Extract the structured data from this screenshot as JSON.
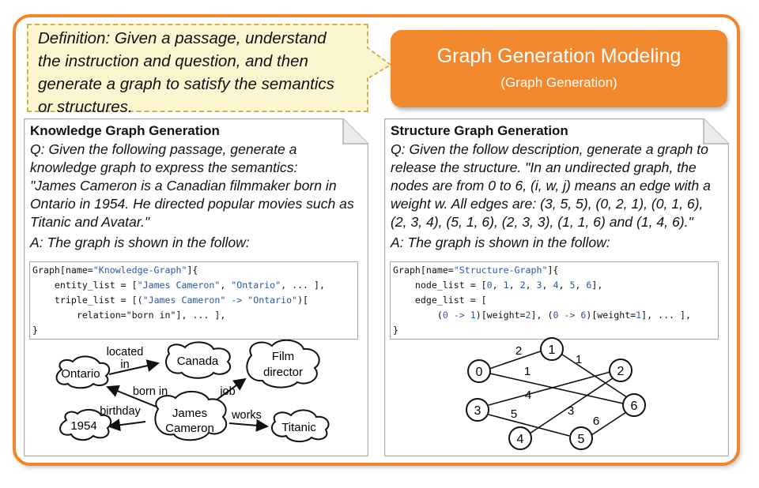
{
  "definition": {
    "lines": [
      "Definition: Given a passage, understand",
      "the instruction and question, and then",
      "generate a graph to satisfy the semantics",
      "or structures."
    ]
  },
  "banner": {
    "title": "Graph Generation Modeling",
    "subtitle": "(Graph Generation)"
  },
  "knowledge_panel": {
    "title": "Knowledge Graph Generation",
    "question_lines": [
      "Q: Given the following passage, generate a",
      "knowledge graph to express the semantics:",
      "\"James Cameron is a Canadian filmmaker born in",
      "Ontario in 1954. He directed popular movies such as",
      "Titanic and Avatar.\""
    ],
    "answer": "A: The graph is shown in the follow:",
    "code": {
      "line1_a": "Graph[name=",
      "line1_b": "\"Knowledge-Graph\"",
      "line1_c": "]{",
      "line2_a": "    entity_list = [",
      "line2_b": "\"James Cameron\"",
      "line2_c": ", ",
      "line2_d": "\"Ontario\"",
      "line2_e": ", ... ],",
      "line3_a": "    triple_list = [(",
      "line3_b": "\"James Cameron\"",
      "line3_c": " -> ",
      "line3_d": "\"Ontario\"",
      "line3_e": ")[",
      "line4": "        relation=\"born in\"], ... ],",
      "line5": "}"
    },
    "graph": {
      "nodes": {
        "ontario": "Ontario",
        "canada": "Canada",
        "film_1": "Film",
        "film_2": "director",
        "y1954": "1954",
        "james_1": "James",
        "james_2": "Cameron",
        "titanic": "Titanic"
      },
      "edges": {
        "located_1": "located",
        "located_2": "in",
        "born_in": "born in",
        "job": "job",
        "birthday": "birthday",
        "works": "works"
      }
    }
  },
  "structure_panel": {
    "title": "Structure Graph Generation",
    "question_lines": [
      "Q: Given the follow description, generate a graph to",
      "release the structure. \"In an undirected graph, the",
      "nodes are from 0 to 6, (i, w, j) means an edge with a",
      "weight w. All edges are: (3, 5, 5), (0, 2, 1), (0, 1, 6),",
      "(2, 3, 4), (5, 1, 6), (2, 3, 3), (1, 1, 6) and (1, 4, 6).\""
    ],
    "answer": "A: The graph is shown in the follow:",
    "code": {
      "line1_a": "Graph[name=",
      "line1_b": "\"Structure-Graph\"",
      "line1_c": "]{",
      "line2_a": "    node_list = [",
      "n0": "0",
      "n1": "1",
      "n2": "2",
      "n3": "3",
      "n4": "4",
      "n5": "5",
      "n6": "6",
      "line2_end": "],",
      "line3": "    edge_list = [",
      "line4_a": "        (",
      "line4_n0a": "0",
      "line4_arrow1": " -> ",
      "line4_n1": "1",
      "line4_b": ")[weight=",
      "line4_w2": "2",
      "line4_c": "], (",
      "line4_n0b": "0",
      "line4_arrow2": " -> ",
      "line4_n6": "6",
      "line4_d": ")[weight=",
      "line4_w1": "1",
      "line4_e": "], ... ],",
      "line5": "}"
    },
    "graph": {
      "nodes": [
        "0",
        "1",
        "2",
        "3",
        "4",
        "5",
        "6"
      ],
      "edge_weights": [
        "2",
        "1",
        "1",
        "4",
        "5",
        "3",
        "6"
      ]
    }
  }
}
